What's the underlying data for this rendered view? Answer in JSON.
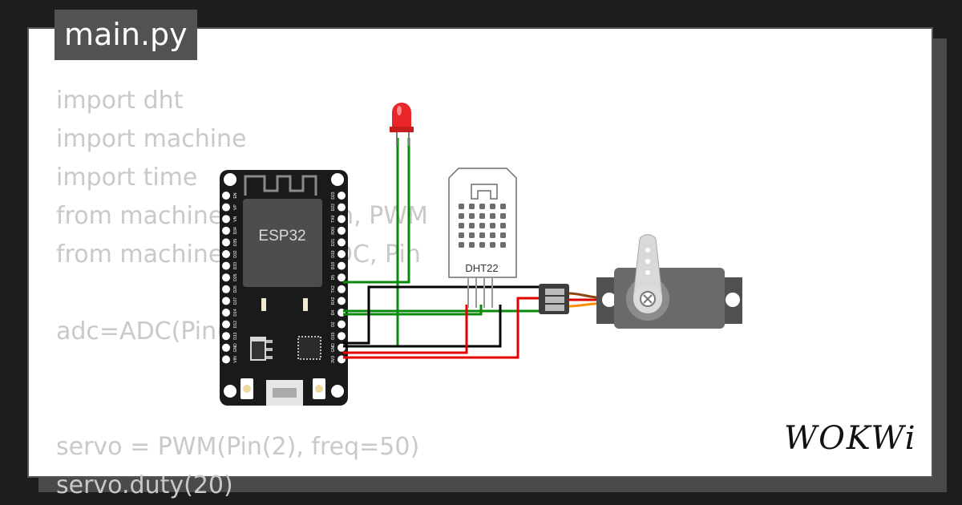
{
  "file": {
    "name": "main.py"
  },
  "code_lines": [
    "import dht",
    "import machine",
    "import time",
    "from machine import Pin, PWM",
    "from machine import ADC, Pin",
    "",
    "adc=ADC(Pin(",
    "",
    "",
    "servo = PWM(Pin(2), freq=50)",
    "servo.duty(20)"
  ],
  "diagram": {
    "board_label": "ESP32",
    "sensor_label": "DHT22",
    "board_pins_left": [
      "EN",
      "VP",
      "VN",
      "D34",
      "D35",
      "D32",
      "D33",
      "D25",
      "D26",
      "D27",
      "D14",
      "D12",
      "D13",
      "GND",
      "VIN"
    ],
    "board_pins_right": [
      "D23",
      "D22",
      "TX0",
      "RX0",
      "D21",
      "D19",
      "D18",
      "D5",
      "TX2",
      "RX2",
      "D4",
      "D2",
      "D15",
      "GND",
      "3V3"
    ],
    "colors": {
      "board": "#1a1a1a",
      "chip": "#4d4d4d",
      "led": "#e8262a",
      "wire_green": "#0a8a0a",
      "wire_black": "#000000",
      "wire_red": "#e50000",
      "servo_body": "#505050",
      "servo_wire_brown": "#8b4513",
      "servo_wire_red": "#e00000",
      "servo_wire_orange": "#ff8c00"
    }
  },
  "brand": {
    "logo": "WOKWi"
  }
}
